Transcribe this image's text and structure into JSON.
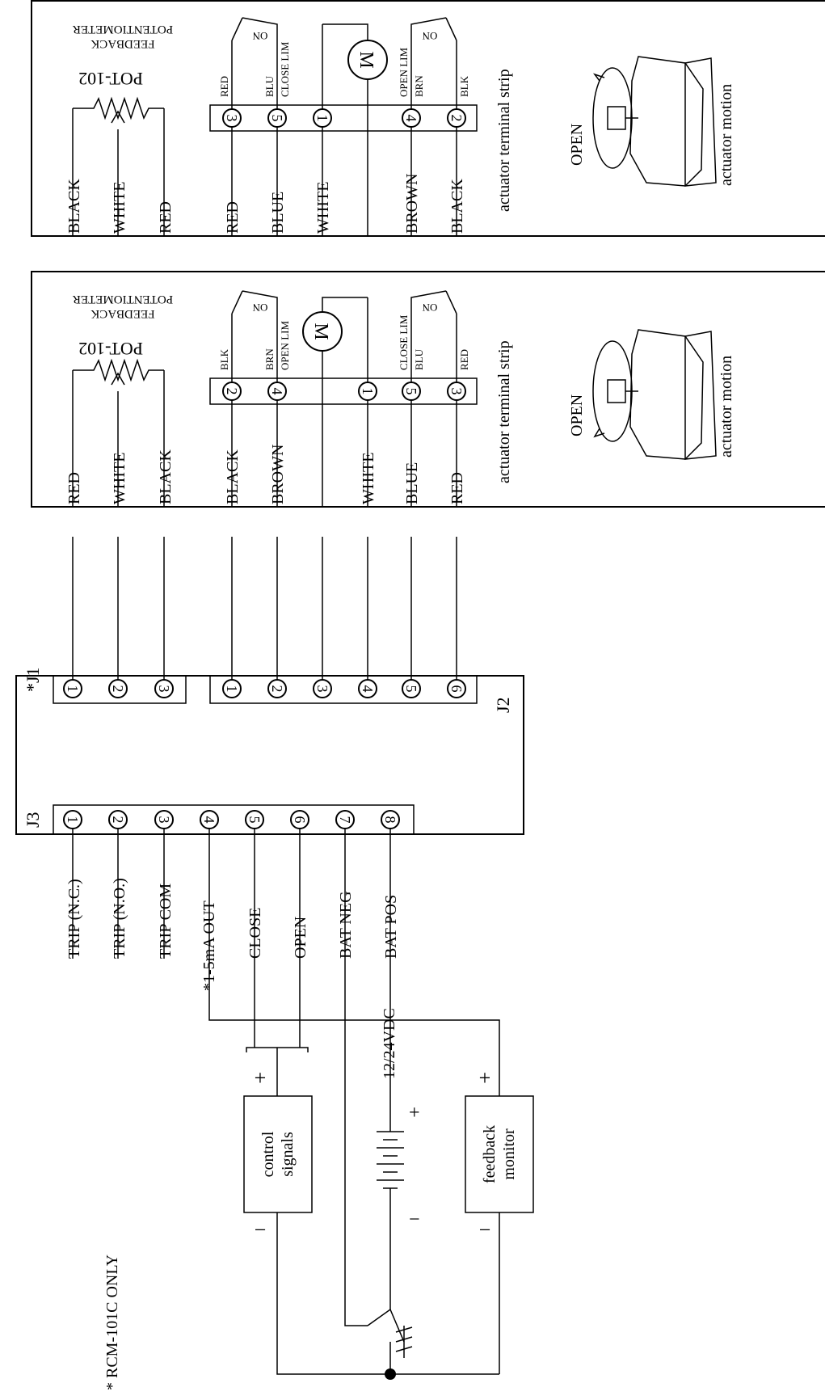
{
  "bottom_panel": {
    "pot_title": "POT-102",
    "pot_sub1": "FEEDBACK",
    "pot_sub2": "POTENTIOMETER",
    "pot_wires": [
      "BLACK",
      "WHITE",
      "RED"
    ],
    "pins": [
      "3",
      "5",
      "1",
      "4",
      "2"
    ],
    "pin_labels": [
      "RED",
      "BLU",
      "CLOSE LIM",
      "OPEN LIM",
      "BRN",
      "BLK"
    ],
    "switch_on": "ON",
    "motor": "M",
    "wires": [
      "RED",
      "BLUE",
      "WHITE",
      "BROWN",
      "BLACK"
    ],
    "strip_label": "actuator terminal strip",
    "open_label": "OPEN",
    "motion_label": "actuator motion"
  },
  "middle_panel": {
    "pot_title": "POT-102",
    "pot_sub1": "FEEDBACK",
    "pot_sub2": "POTENTIOMETER",
    "pot_wires": [
      "RED",
      "WHITE",
      "BLACK"
    ],
    "pins": [
      "2",
      "4",
      "1",
      "5",
      "3"
    ],
    "pin_labels": [
      "BLK",
      "BRN",
      "OPEN LIM",
      "CLOSE LIM",
      "BLU",
      "RED"
    ],
    "switch_on": "ON",
    "motor": "M",
    "wires": [
      "BLACK",
      "BROWN",
      "WHITE",
      "BLUE",
      "RED"
    ],
    "strip_label": "actuator terminal strip",
    "open_label": "OPEN",
    "motion_label": "actuator motion"
  },
  "controller": {
    "j1_label": "*J1",
    "j2_label": "J2",
    "j3_label": "J3",
    "j1_pins": [
      "1",
      "2",
      "3"
    ],
    "j2_pins": [
      "1",
      "2",
      "3",
      "4",
      "5",
      "6"
    ],
    "j3_pins": [
      "1",
      "2",
      "3",
      "4",
      "5",
      "6",
      "7",
      "8"
    ],
    "j3_labels": [
      "TRIP (N.C.)",
      "TRIP (N.O.)",
      "TRIP COM",
      "*1-5mA OUT",
      "CLOSE",
      "OPEN",
      "BAT NEG",
      "BAT POS"
    ]
  },
  "external": {
    "control_box": [
      "control",
      "signals"
    ],
    "feedback_box": [
      "feedback",
      "monitor"
    ],
    "battery": "12/24VDC",
    "plus": "+",
    "minus": "−",
    "footnote": "* RCM-101C ONLY"
  }
}
